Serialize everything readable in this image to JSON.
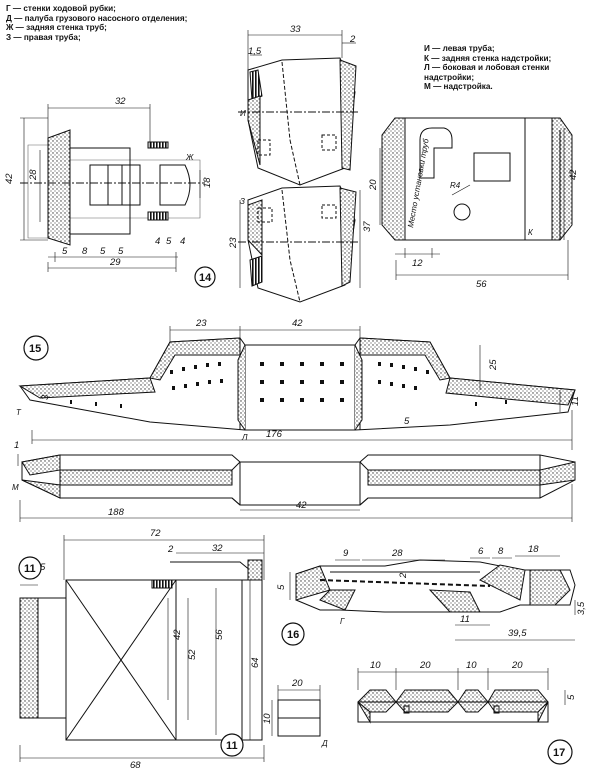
{
  "legend_left": [
    "Г — стенки ходовой рубки;",
    "Д — палуба грузового насосного отделения;",
    "Ж — задняя стенка труб;",
    "З — правая труба;"
  ],
  "legend_right": [
    "И — левая труба;",
    "К — задняя стенка надстройки;",
    "Л — боковая и лобовая стенки надстройки;",
    "М — надстройка."
  ],
  "figure_numbers": {
    "f14": "14",
    "f15": "15",
    "f16": "16",
    "f17": "17",
    "f11a": "11",
    "f11b": "11"
  },
  "fig14": {
    "d32": "32",
    "d42": "42",
    "d28": "28",
    "d18": "18",
    "d5a": "5",
    "d8": "8",
    "d5b": "5",
    "d5c": "5",
    "d4a": "4",
    "d5d": "5",
    "d4b": "4",
    "d29": "29",
    "lbl_zh": "Ж"
  },
  "funnels": {
    "d33": "33",
    "d15": "1,5",
    "d2": "2",
    "d23": "23",
    "d37": "37",
    "lbl_i": "И",
    "lbl_z": "З"
  },
  "superstructure": {
    "d20": "20",
    "d42": "42",
    "d12": "12",
    "d56": "56",
    "r4": "R4",
    "place_text": "Место установки труб",
    "lbl_k": "К"
  },
  "fig15": {
    "d23": "23",
    "d42": "42",
    "d25": "25",
    "d11": "11",
    "d5": "5",
    "d3": "3",
    "d176": "176",
    "d1": "1",
    "d188": "188",
    "d42b": "42",
    "lbl_t": "Т",
    "lbl_l": "Л",
    "lbl_m": "М"
  },
  "fig11": {
    "d72": "72",
    "d2": "2",
    "d32": "32",
    "d5": "5",
    "d42": "42",
    "d52": "52",
    "d56": "56",
    "d64": "64",
    "d68": "68"
  },
  "fig16": {
    "d9": "9",
    "d28": "28",
    "d6": "6",
    "d8": "8",
    "d18": "18",
    "d5": "5",
    "d2": "2",
    "d11": "11",
    "d395": "39,5",
    "d35": "3,5",
    "lbl_g": "Г"
  },
  "deck_d": {
    "d20": "20",
    "d10": "10",
    "lbl_d": "Д"
  },
  "fig17": {
    "d10a": "10",
    "d20a": "20",
    "d10b": "10",
    "d20b": "20",
    "d5": "5"
  }
}
